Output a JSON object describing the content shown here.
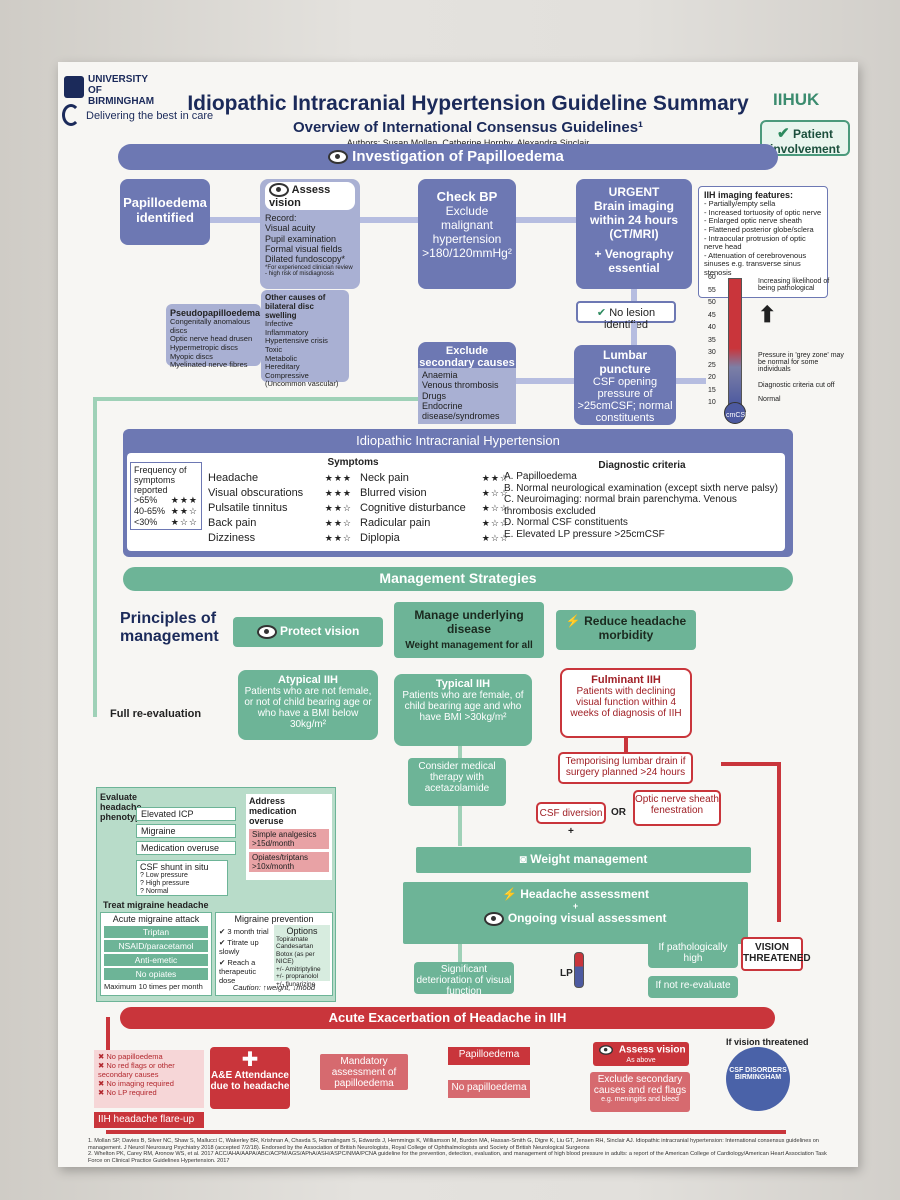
{
  "header": {
    "uni_name": "UNIVERSITY OF BIRMINGHAM",
    "tagline": "Delivering the best in care",
    "title": "Idiopathic Intracranial Hypertension Guideline Summary",
    "subtitle": "Overview of International Consensus Guidelines¹",
    "authors": "Authors: Susan Mollan, Catherine Hornby, Alexandra Sinclair",
    "partner": "IIHUK",
    "patient_badge": "Patient involvement"
  },
  "investigation": {
    "banner": "Investigation of Papilloedema",
    "identified": "Papilloedema identified",
    "assess_title": "Assess vision",
    "assess_items": [
      "Record:",
      "Visual acuity",
      "Pupil examination",
      "Formal visual fields",
      "Dilated fundoscopy*"
    ],
    "assess_note": "*For experienced clinician review - high risk of misdiagnosis",
    "bp_title": "Check BP",
    "bp_text": "Exclude malignant hypertension >180/120mmHg²",
    "urgent_title": "URGENT",
    "urgent_text": "Brain imaging within 24 hours (CT/MRI)",
    "veno": "+ Venography essential",
    "imaging_title": "IIH imaging features:",
    "imaging_items": [
      "- Partially/empty sella",
      "- Increased tortuosity of optic nerve",
      "- Enlarged optic nerve sheath",
      "- Flattened posterior globe/sclera",
      "- Intraocular protrusion of optic nerve head",
      "- Attenuation of cerebrovenous sinuses e.g. transverse sinus stenosis"
    ],
    "pseudo_title": "Pseudopapilloedema",
    "pseudo_items": [
      "Congenitally anomalous discs",
      "Optic nerve head drusen",
      "Hypermetropic discs",
      "Myopic discs",
      "Myelinated nerve fibres"
    ],
    "other_title": "Other causes of bilateral disc swelling",
    "other_items": [
      "Infective",
      "Inflammatory",
      "Hypertensive crisis",
      "Toxic",
      "Metabolic",
      "Hereditary",
      "Compressive",
      "(Uncommon vascular)"
    ],
    "no_lesion": "No lesion identified",
    "exclude_title": "Exclude secondary causes",
    "exclude_items": [
      "Anaemia",
      "Venous thrombosis",
      "Drugs",
      "Endocrine disease/syndromes"
    ],
    "lp_title": "Lumbar puncture",
    "lp_text": "CSF opening pressure of >25cmCSF; normal constituents",
    "gauge_ticks": [
      "60",
      "55",
      "50",
      "45",
      "40",
      "35",
      "30",
      "25",
      "20",
      "15",
      "10"
    ],
    "gauge_unit": "cmCSF",
    "gauge_note1": "Increasing likelihood of being pathological",
    "gauge_note2": "Pressure in 'grey zone' may be normal for some individuals",
    "gauge_note3": "Diagnostic criteria cut off",
    "gauge_note4": "Normal"
  },
  "iih": {
    "banner": "Idiopathic Intracranial Hypertension",
    "freq_title": "Frequency of symptoms reported",
    "freq_rows": [
      {
        "label": ">65%",
        "stars": "★★★"
      },
      {
        "label": "40-65%",
        "stars": "★★☆"
      },
      {
        "label": "<30%",
        "stars": "★☆☆"
      }
    ],
    "symptoms_title": "Symptoms",
    "symptoms_left": [
      {
        "name": "Headache",
        "stars": "★★★"
      },
      {
        "name": "Visual obscurations",
        "stars": "★★★"
      },
      {
        "name": "Pulsatile tinnitus",
        "stars": "★★☆"
      },
      {
        "name": "Back pain",
        "stars": "★★☆"
      },
      {
        "name": "Dizziness",
        "stars": "★★☆"
      }
    ],
    "symptoms_right": [
      {
        "name": "Neck pain",
        "stars": "★★☆"
      },
      {
        "name": "Blurred vision",
        "stars": "★☆☆"
      },
      {
        "name": "Cognitive disturbance",
        "stars": "★☆☆"
      },
      {
        "name": "Radicular pain",
        "stars": "★☆☆"
      },
      {
        "name": "Diplopia",
        "stars": "★☆☆"
      }
    ],
    "dx_title": "Diagnostic criteria",
    "dx_items": [
      "A. Papilloedema",
      "B. Normal neurological examination (except sixth nerve palsy)",
      "C. Neuroimaging: normal brain parenchyma. Venous thrombosis excluded",
      "D. Normal CSF constituents",
      "E. Elevated LP pressure >25cmCSF"
    ]
  },
  "management": {
    "banner": "Management Strategies",
    "principles": "Principles of management",
    "protect": "Protect vision",
    "manage": "Manage underlying disease",
    "weight_all": "Weight management for all",
    "reduce": "Reduce headache morbidity",
    "full_reeval": "Full re-evaluation",
    "atypical_title": "Atypical IIH",
    "atypical_text": "Patients who are not female, or not of child bearing age or who have a BMI below 30kg/m²",
    "typical_title": "Typical IIH",
    "typical_text": "Patients who are female, of child bearing age and who have BMI >30kg/m²",
    "fulminant_title": "Fulminant IIH",
    "fulminant_text": "Patients with declining visual function within 4 weeks of diagnosis of IIH",
    "temp_drain": "Temporising lumbar drain if surgery planned >24 hours",
    "csf_div": "CSF diversion",
    "or": "OR",
    "onsf": "Optic nerve sheath fenestration",
    "plus": "+",
    "acet": "Consider medical therapy with acetazolamide",
    "weight_mgmt": "Weight management",
    "headache_assess": "Headache assessment",
    "visual_assess": "Ongoing visual assessment",
    "deterioration": "Significant deterioration of visual function",
    "lp": "LP",
    "if_path": "If pathologically high",
    "if_not": "If not re-evaluate",
    "vision_threat": "VISION THREATENED",
    "evaluate_title": "Evaluate headache phenotype",
    "phenotype_items": [
      "Elevated ICP",
      "Migraine",
      "Medication overuse"
    ],
    "shunt_title": "CSF shunt in situ",
    "shunt_items": [
      "? Low pressure",
      "? High pressure",
      "? Normal"
    ],
    "overuse_title": "Address medication overuse",
    "overuse_items": [
      "Simple analgesics >15d/month",
      "Opiates/triptans >10x/month"
    ],
    "treat_title": "Treat migraine headache",
    "acute_title": "Acute migraine attack",
    "acute_items": [
      "Triptan",
      "NSAID/paracetamol",
      "Anti-emetic",
      "No opiates"
    ],
    "acute_max": "Maximum 10 times per month",
    "prev_title": "Migraine prevention",
    "prev_checks": [
      "3 month trial",
      "Titrate up slowly",
      "Reach a therapeutic dose"
    ],
    "options_title": "Options",
    "options_items": [
      "Topiramate",
      "Candesartan",
      "Botox (as per NICE)",
      "+/- Amitriptyline",
      "+/- propranolol",
      "+/- flunarizine"
    ],
    "caution": "Caution: ↑weight, ↓mood"
  },
  "acute": {
    "banner": "Acute Exacerbation of Headache in IIH",
    "if_threat": "If vision threatened",
    "flare_items": [
      "No papilloedema",
      "No red flags or other secondary causes",
      "No imaging required",
      "No LP required"
    ],
    "flare_label": "IIH headache flare-up",
    "ae": "A&E Attendance due to headache",
    "mandatory": "Mandatory assessment of papilloedema",
    "papilloedema": "Papilloedema",
    "no_papilloedema": "No papilloedema",
    "assess_vision": "Assess vision",
    "as_above": "As above",
    "exclude_sec": "Exclude secondary causes and red flags",
    "exclude_eg": "e.g. meningitis and bleed",
    "csf_logo": "CSF DISORDERS BIRMINGHAM"
  },
  "references": [
    "1. Mollan SP, Davies B, Silver NC, Shaw S, Mallucci C, Wakerley BR, Krishnan A, Chavda S, Ramalingam S, Edwards J, Hemmings K, Williamson M, Burdon MA, Hassan-Smith G, Digre K, Liu GT, Jensen RH, Sinclair AJ. Idiopathic intracranial hypertension: International consensus guidelines on management. J Neurol Neurosurg Psychiatry 2018 (accepted 7/2/18). Endorsed by the Association of British Neurologists, Royal College of Ophthalmologists and Society of British Neurological Surgeons",
    "2. Whelton PK, Carey RM, Aronow WS, et al. 2017 ACC/AHA/AAPA/ABC/ACPM/AGS/APhA/ASH/ASPC/NMA/PCNA guideline for the prevention, detection, evaluation, and management of high blood pressure in adults: a report of the American College of Cardiology/American Heart Association Task Force on Clinical Practice Guidelines Hypertension. 2017"
  ]
}
